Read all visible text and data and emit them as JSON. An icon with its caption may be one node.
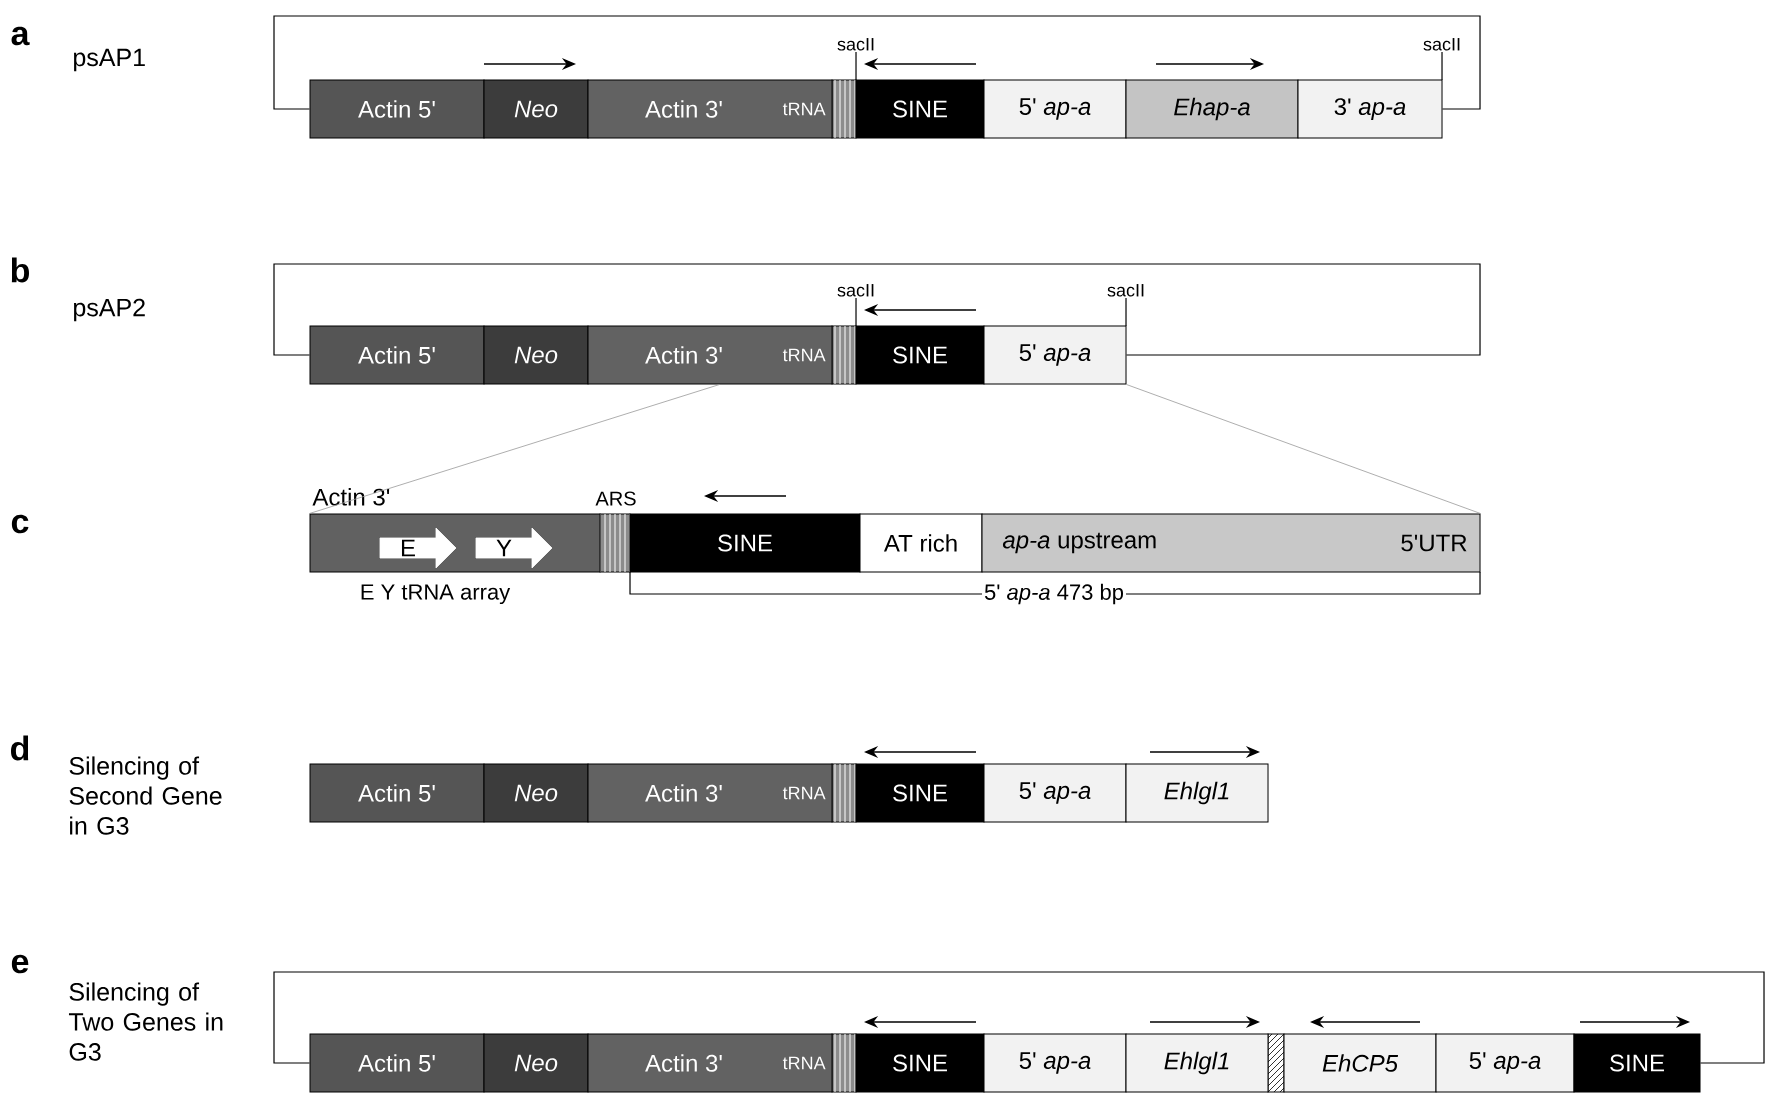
{
  "diagram": {
    "nodes": [
      {
        "text": [
          "Actin 5'"
        ]
      },
      {
        "text": [
          "Neo"
        ]
      },
      {
        "text": [
          "Actin 3'",
          "tRNA"
        ]
      },
      {
        "text": [
          "SINE"
        ],
        "beside": [
          "sacII"
        ]
      },
      {
        "text": [
          "5' *ap-a*"
        ]
      },
      {
        "text": [
          "Ehap-a"
        ]
      },
      {
        "text": [
          "3' *ap-a*"
        ],
        "beside": [
          "sacII"
        ]
      },
      {
        "text": [
          "Actin 5'"
        ]
      },
      {
        "text": [
          "Neo"
        ]
      },
      {
        "text": [
          "Actin 3'",
          "tRNA"
        ]
      },
      {
        "text": [
          "SINE"
        ],
        "beside": [
          "sacII"
        ]
      },
      {
        "text": [
          "5' *ap-a*"
        ],
        "beside": [
          "sacII"
        ]
      },
      {
        "text": [
          "Actin 3'"
        ],
        "beside": [
          "E Y tRNA array"
        ]
      },
      {
        "text": [
          "E"
        ],
        "in": 12
      },
      {
        "text": [
          "Y"
        ],
        "in": 12
      },
      {
        "text": [
          "SINE"
        ]
      },
      {
        "text": [
          "AT rich"
        ]
      },
      {
        "text": [
          "*ap-a* upstream",
          "5'UTR"
        ]
      },
      {
        "text": [
          "Actin 5'"
        ]
      },
      {
        "text": [
          "Neo"
        ]
      },
      {
        "text": [
          "Actin 3'",
          "tRNA"
        ]
      },
      {
        "text": [
          "SINE"
        ]
      },
      {
        "text": [
          "5' *ap-a*"
        ]
      },
      {
        "text": [
          "Ehlgl1"
        ]
      },
      {
        "text": [
          "Actin 5'"
        ]
      },
      {
        "text": [
          "Neo"
        ]
      },
      {
        "text": [
          "Actin 3'",
          "tRNA"
        ]
      },
      {
        "text": [
          "SINE"
        ]
      },
      {
        "text": [
          "5' *ap-a*"
        ]
      },
      {
        "text": [
          "Ehlgl1"
        ]
      },
      {
        "text": [
          "EhCP5"
        ]
      },
      {
        "text": [
          "5' *ap-a*"
        ]
      },
      {
        "text": [
          "SINE"
        ]
      }
    ],
    "edges": [
      {
        "from": 0,
        "to": 6,
        "arrow": "none"
      },
      {
        "from": 7,
        "to": 11,
        "arrow": "none"
      },
      {
        "from": 9,
        "to": 12,
        "arrow": "none",
        "color": "#999999"
      },
      {
        "from": 11,
        "to": 17,
        "arrow": "none",
        "color": "#999999"
      },
      {
        "from": 24,
        "to": 32,
        "arrow": "none"
      }
    ],
    "labels": [
      "a",
      "psAP1",
      "b",
      "psAP2",
      "c",
      "ARS",
      "5' *ap-a* 473 bp",
      "d",
      "Silencing of Second Gene in G3",
      "e",
      "Silencing of Two Genes in G3"
    ]
  }
}
